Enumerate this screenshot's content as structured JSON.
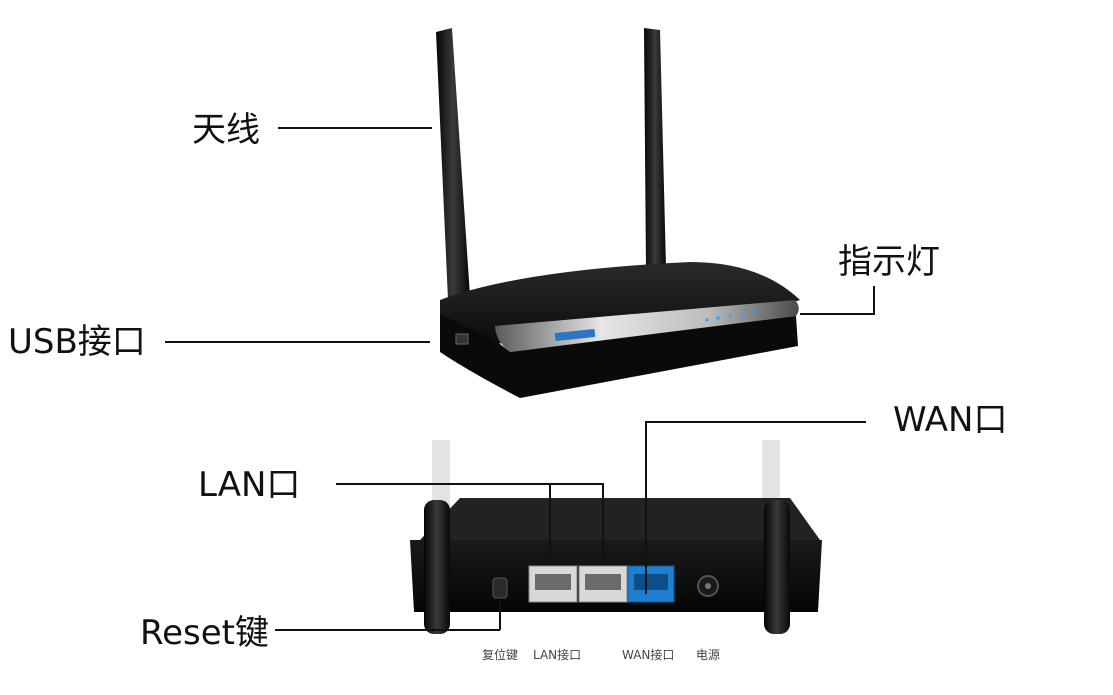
{
  "callouts": {
    "antenna": "天线",
    "usb_port": "USB接口",
    "indicator_lights": "指示灯",
    "wan_port": "WAN口",
    "lan_port": "LAN口",
    "reset_key": "Reset键"
  },
  "panel_labels": {
    "reset": "复位键",
    "lan": "LAN接口",
    "wan": "WAN接口",
    "power": "电源"
  },
  "colors": {
    "router_body": "#101010",
    "router_top": "#1c1c1c",
    "silver_band": "#c9c9c9",
    "wan_port_accent": "#1e7fd0",
    "callout_line": "#111111"
  }
}
